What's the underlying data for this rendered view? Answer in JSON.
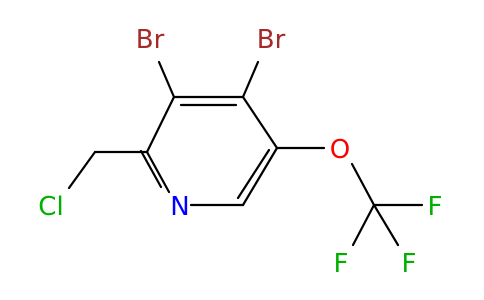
{
  "molecule": {
    "atoms": [
      {
        "id": "br1",
        "symbol": "Br",
        "color": "#a52a2a"
      },
      {
        "id": "br2",
        "symbol": "Br",
        "color": "#a52a2a"
      },
      {
        "id": "n",
        "symbol": "N",
        "color": "#0000ff"
      },
      {
        "id": "o",
        "symbol": "O",
        "color": "#ff0000"
      },
      {
        "id": "cl",
        "symbol": "Cl",
        "color": "#00b000"
      },
      {
        "id": "f1",
        "symbol": "F",
        "color": "#00b000"
      },
      {
        "id": "f2",
        "symbol": "F",
        "color": "#00b000"
      },
      {
        "id": "f3",
        "symbol": "F",
        "color": "#00b000"
      }
    ],
    "bond_color": "#000000"
  }
}
